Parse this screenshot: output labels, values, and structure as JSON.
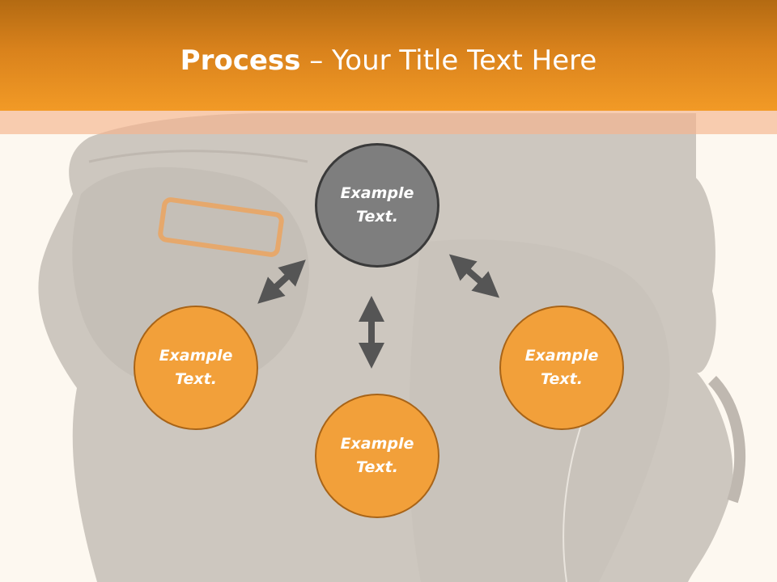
{
  "slide": {
    "title_bold": "Process",
    "title_separator": " – ",
    "title_rest": "Your Title Text Here"
  },
  "diagram": {
    "center": {
      "label": "Example\nText."
    },
    "nodes": [
      {
        "label": "Example\nText."
      },
      {
        "label": "Example\nText."
      },
      {
        "label": "Example\nText."
      }
    ]
  },
  "colors": {
    "header": "#f29a26",
    "node_fill": "#f2a03a",
    "node_border": "#a86418",
    "center_fill": "#7e7e7e",
    "center_border": "#3a3a3a",
    "arrow": "#555555"
  },
  "background_image": "faded backpack photo"
}
